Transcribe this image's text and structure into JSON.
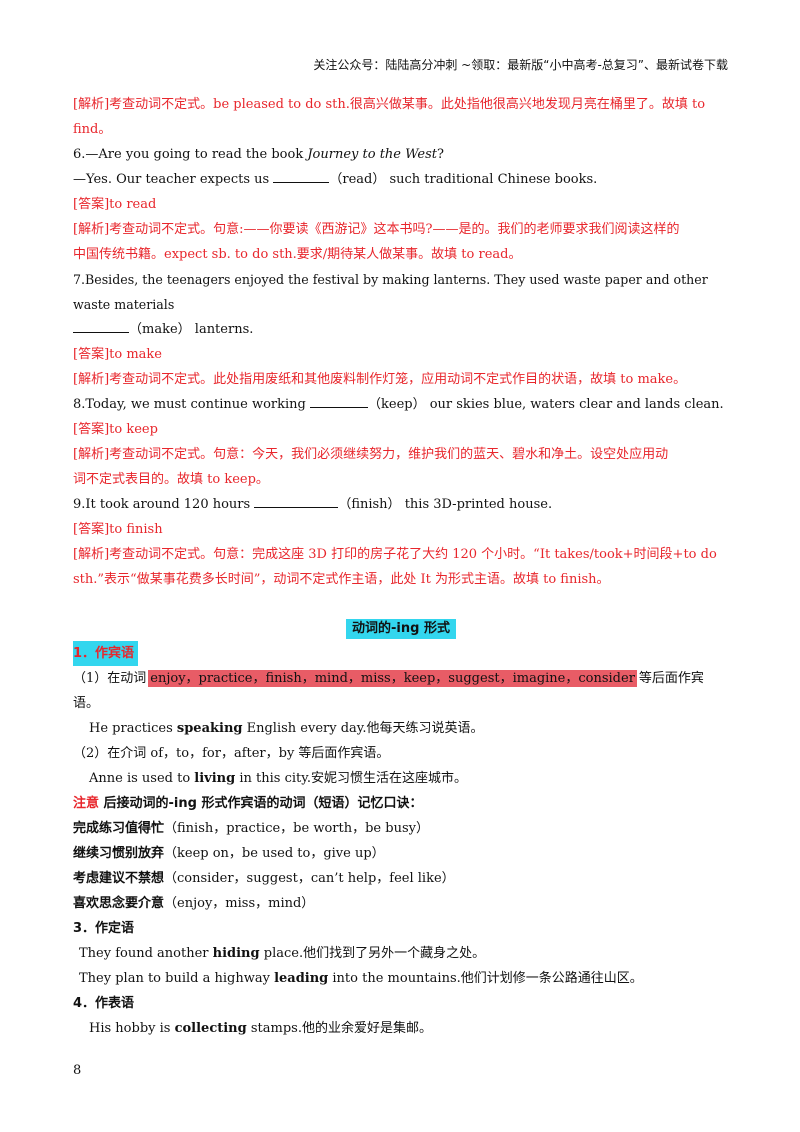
{
  "header": {
    "text": "关注公众号：陆陆高分冲刺 ~领取：最新版“小中高考-总复习”、最新试卷下载"
  },
  "items": {
    "a5_analysis_1": "[解析]考查动词不定式。be pleased to do sth.很高兴做某事。此处指他很高兴地发现月亮在桶里了。故填 to",
    "a5_analysis_2": "find。",
    "q6_line1_pre": "6.—Are you going to read the book ",
    "q6_line1_title": "Journey to the West",
    "q6_line1_post": "?",
    "q6_line2_pre": "—Yes. Our teacher expects us ",
    "q6_line2_post": "（read） such traditional Chinese books.",
    "a6_answer": "[答案]to read",
    "a6_analysis_1": "[解析]考查动词不定式。句意:——你要读《西游记》这本书吗?——是的。我们的老师要求我们阅读这样的",
    "a6_analysis_2": "中国传统书籍。expect sb. to do sth.要求/期待某人做某事。故填 to read。",
    "q7_line1": "7.Besides, the teenagers enjoyed the festival by making lanterns. They used waste paper and other waste materials",
    "q7_line2_post": "（make） lanterns.",
    "a7_answer": "[答案]to make",
    "a7_analysis": "[解析]考查动词不定式。此处指用废纸和其他废料制作灯笼，应用动词不定式作目的状语，故填 to make。",
    "q8_pre": "8.Today, we must continue working ",
    "q8_post": "（keep） our skies blue, waters clear and lands clean.",
    "a8_answer": "[答案]to keep",
    "a8_analysis_1": "[解析]考查动词不定式。句意：今天，我们必须继续努力，维护我们的蓝天、碧水和净土。设空处应用动",
    "a8_analysis_2": "词不定式表目的。故填 to keep。",
    "q9_pre": "9.It took around 120 hours ",
    "q9_post": "（finish） this 3D-printed house.",
    "a9_answer": "[答案]to finish",
    "a9_analysis_1": "[解析]考查动词不定式。句意：完成这座 3D 打印的房子花了大约 120 个小时。“It takes/took+时间段+to do",
    "a9_analysis_2": "sth.”表示“做某事花费多长时间”，动词不定式作主语，此处 It 为形式主语。故填 to finish。"
  },
  "section": {
    "title": "动词的-ing 形式",
    "s1_label": "1．作宾语",
    "s1_sub1_pre": "（1）在动词",
    "s1_sub1_verbs": "enjoy，practice，finish，mind，miss，keep，suggest，imagine，consider",
    "s1_sub1_post": "等后面作宾语。",
    "s1_ex1_pre": "He practices ",
    "s1_ex1_bold": "speaking",
    "s1_ex1_post": " English every day.他每天练习说英语。",
    "s1_sub2": "（2）在介词 of，to，for，after，by 等后面作宾语。",
    "s1_ex2_pre": "Anne is used to ",
    "s1_ex2_bold": "living",
    "s1_ex2_post": " in this city.安妮习惯生活在这座城市。",
    "note_label": "注意",
    "note_text": " 后接动词的-ing 形式作宾语的动词（短语）记忆口诀：",
    "m1_bold": "完成练习值得忙",
    "m1_rest": "（finish，practice，be worth，be busy）",
    "m2_bold": "继续习惯别放弃",
    "m2_rest": "（keep on，be used to，give up）",
    "m3_bold": "考虑建议不禁想",
    "m3_rest": "（consider，suggest，can’t help，feel like）",
    "m4_bold": "喜欢思念要介意",
    "m4_rest": "（enjoy，miss，mind）",
    "s3_label": "3．作定语",
    "s3_ex1_pre": "They found another ",
    "s3_ex1_bold": "hiding",
    "s3_ex1_post": " place.他们找到了另外一个藏身之处。",
    "s3_ex2_pre": "They plan to build a highway ",
    "s3_ex2_bold": "leading",
    "s3_ex2_post": " into the mountains.他们计划修一条公路通往山区。",
    "s4_label": "4．作表语",
    "s4_ex_pre": "His hobby is ",
    "s4_ex_bold": "collecting",
    "s4_ex_post": " stamps.他的业余爱好是集邮。"
  },
  "footer": {
    "page_number": "8"
  }
}
